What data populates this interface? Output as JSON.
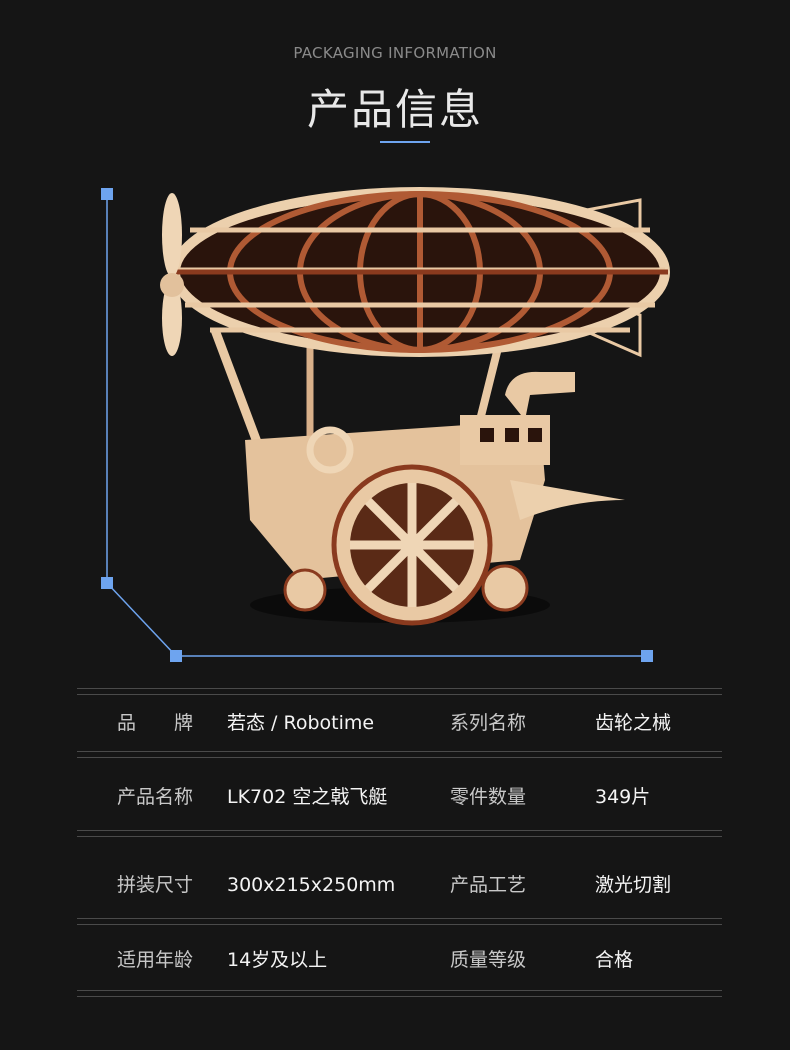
{
  "header": {
    "subtitle": "PACKAGING INFORMATION",
    "title": "产品信息"
  },
  "colors": {
    "accent": "#6ea4ef",
    "background": "#151515",
    "wood": "#e9c9a4",
    "wood_dark": "#8a3a1e"
  },
  "specs": [
    {
      "label": "品牌",
      "value": "若态 / Robotime",
      "label2": "系列名称",
      "value2": "齿轮之械"
    },
    {
      "label": "产品名称",
      "value": "LK702 空之戟飞艇",
      "label2": "零件数量",
      "value2": "349片"
    },
    {
      "label": "拼装尺寸",
      "value": "300x215x250mm",
      "label2": "产品工艺",
      "value2": "激光切割"
    },
    {
      "label": "适用年龄",
      "value": "14岁及以上",
      "label2": "质量等级",
      "value2": "合格"
    }
  ]
}
